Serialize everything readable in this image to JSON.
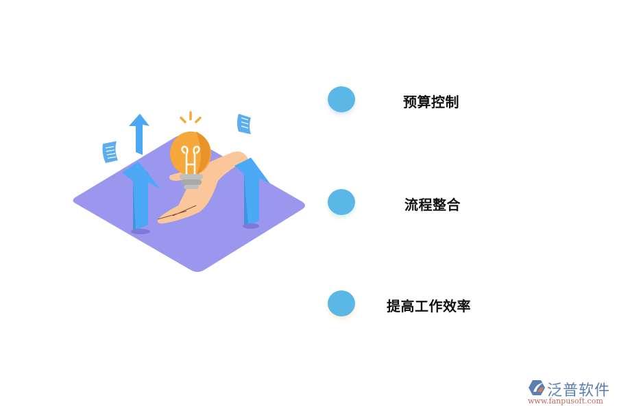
{
  "illustration": {
    "description": "isometric purple platform with hand holding light bulb and upward blue arrows",
    "colors": {
      "platform": "#9b96ee",
      "arrow": "#4aa8f5",
      "bulb": "#f6a93a",
      "hand": "#fbc79a",
      "paper": "#5aaef0"
    }
  },
  "features": [
    {
      "label": "预算控制",
      "dot_color": "#5bb7e6"
    },
    {
      "label": "流程整合",
      "dot_color": "#5bb7e6"
    },
    {
      "label": "提高工作效率",
      "dot_color": "#5bb7e6"
    }
  ],
  "brand": {
    "name": "泛普软件",
    "url": "www.fanpusoft.com",
    "color": "#5b7fb5",
    "url_color": "#c26a5a"
  }
}
